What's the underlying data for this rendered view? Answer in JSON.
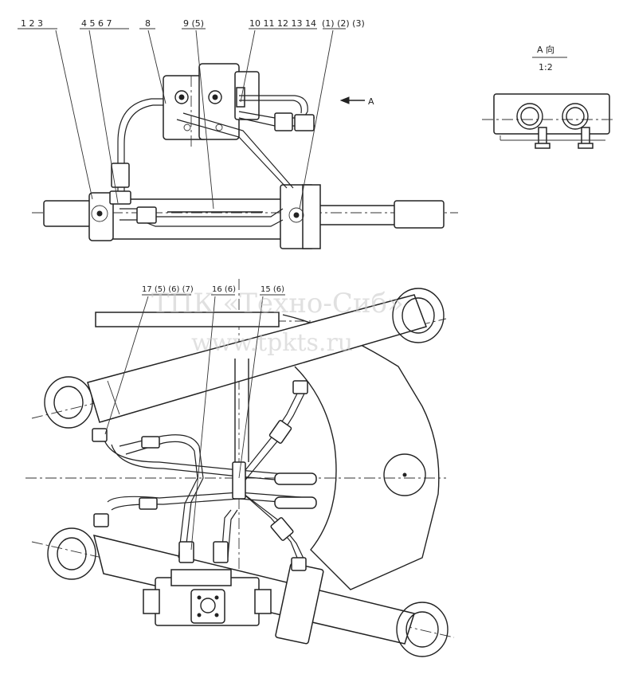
{
  "callouts_top": {
    "group_1": "1 2 3",
    "group_2": "4 5 6 7",
    "item_8": "8",
    "item_9": "9 (5)",
    "group_3": "10 11 12 13 14",
    "group_4": "(1) (2) (3)"
  },
  "callouts_bottom": {
    "item_17": "17 (5) (6) (7)",
    "item_16": "16 (6)",
    "item_15": "15 (6)"
  },
  "view": {
    "direction_label": "A",
    "detail_title": "A 向",
    "detail_scale": "1:2"
  },
  "watermark": {
    "company": "ТПК «Техно-Сиб»",
    "url": "www.tpkts.ru"
  }
}
